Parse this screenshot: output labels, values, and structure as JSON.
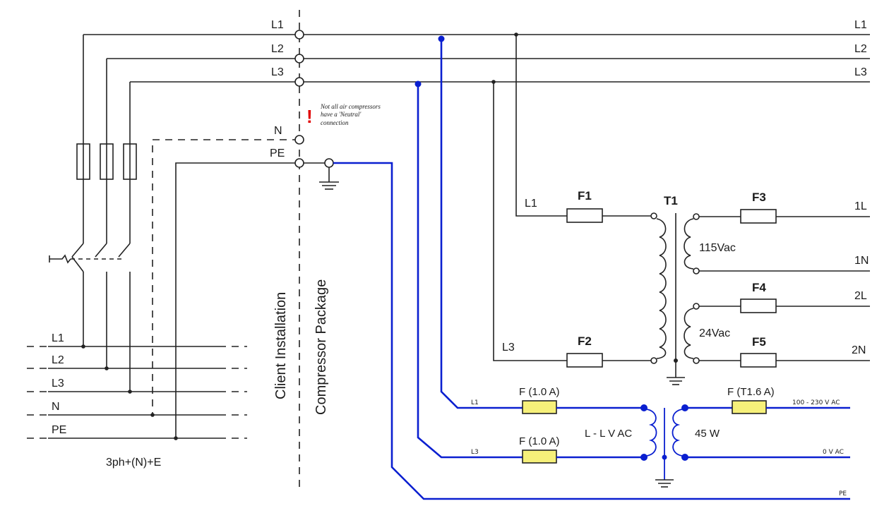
{
  "labels": {
    "left_l1": "L1",
    "left_l2": "L2",
    "left_l3": "L3",
    "left_n": "N",
    "left_pe": "PE",
    "right_l1": "L1",
    "right_l2": "L2",
    "right_l3": "L3",
    "bus_l1": "L1",
    "bus_l2": "L2",
    "bus_l3": "L3",
    "bus_n": "N",
    "bus_pe": "PE",
    "supply": "3ph+(N)+E",
    "client_installation": "Client Installation",
    "compressor_package": "Compressor Package",
    "note_mark": "!",
    "note_lines": [
      "Not all air compressors",
      "have a 'Neutral'",
      "connection"
    ]
  },
  "control": {
    "t1_title": "T1",
    "in_l1": "L1",
    "in_l3": "L3",
    "f1": "F1",
    "f2": "F2",
    "f3": "F3",
    "f4": "F4",
    "f5": "F5",
    "sec1_voltage": "115Vac",
    "sec2_voltage": "24Vac",
    "out_1l": "1L",
    "out_1n": "1N",
    "out_2l": "2L",
    "out_2n": "2N"
  },
  "lv": {
    "in_l1": "L1",
    "in_l3": "L3",
    "fuse_a": "F (1.0 A)",
    "fuse_b": "F (1.0 A)",
    "fuse_c": "F (T1.6 A)",
    "primary_label": "L - L V AC",
    "power": "45 W",
    "out_ac": "100 - 230 V AC",
    "out_0v": "0 V AC",
    "pe": "PE"
  },
  "colors": {
    "wire_black": "#222222",
    "wire_blue": "#0a1fd0",
    "fuse_yellow": "#f6f07a",
    "note_red": "#e00000"
  }
}
